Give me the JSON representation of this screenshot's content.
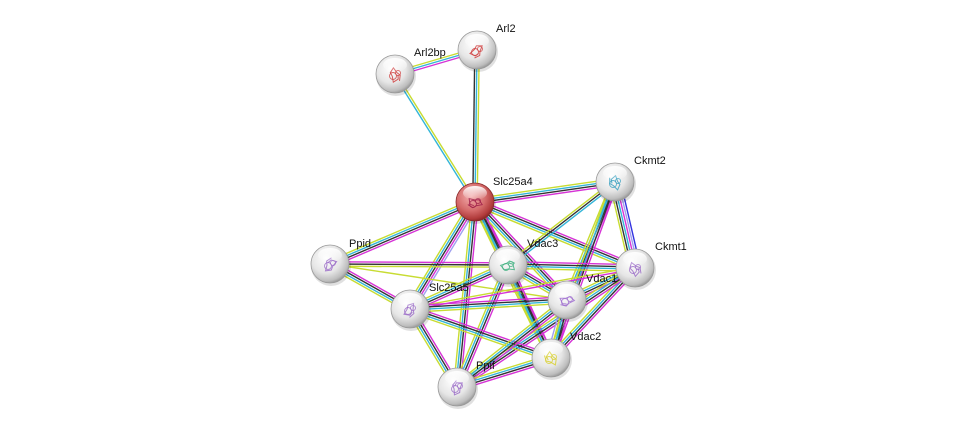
{
  "diagram": {
    "type": "protein-interaction-network",
    "nodes": [
      {
        "id": "Arl2bp",
        "label": "Arl2bp",
        "query": false,
        "glyph": "#d04040"
      },
      {
        "id": "Arl2",
        "label": "Arl2",
        "query": false,
        "glyph": "#d04040"
      },
      {
        "id": "Slc25a4",
        "label": "Slc25a4",
        "query": true,
        "glyph": "#a0204a"
      },
      {
        "id": "Ckmt2",
        "label": "Ckmt2",
        "query": false,
        "glyph": "#3aa0c0"
      },
      {
        "id": "Ppid",
        "label": "Ppid",
        "query": false,
        "glyph": "#9b6cc8"
      },
      {
        "id": "Vdac3",
        "label": "Vdac3",
        "query": false,
        "glyph": "#40b080"
      },
      {
        "id": "Ckmt1",
        "label": "Ckmt1",
        "query": false,
        "glyph": "#9b6cc8"
      },
      {
        "id": "Slc25a5",
        "label": "Slc25a5",
        "query": false,
        "glyph": "#9b6cc8"
      },
      {
        "id": "Vdac1",
        "label": "Vdac1",
        "query": false,
        "glyph": "#a070d0"
      },
      {
        "id": "Vdac2",
        "label": "Vdac2",
        "query": false,
        "glyph": "#d8d030"
      },
      {
        "id": "Ppif",
        "label": "Ppif",
        "query": false,
        "glyph": "#9b6cc8"
      }
    ],
    "edge_colors": {
      "yellow": "#c8dc32",
      "cyan": "#33b5d8",
      "black": "#333333",
      "magenta": "#d633d6",
      "blue": "#3333e0",
      "lavender": "#9f9ff0"
    },
    "edges": [
      {
        "a": "Arl2bp",
        "b": "Arl2",
        "types": [
          "yellow",
          "cyan",
          "magenta"
        ]
      },
      {
        "a": "Arl2bp",
        "b": "Slc25a4",
        "types": [
          "yellow",
          "cyan"
        ]
      },
      {
        "a": "Arl2",
        "b": "Slc25a4",
        "types": [
          "yellow",
          "cyan",
          "black"
        ]
      },
      {
        "a": "Slc25a4",
        "b": "Ckmt2",
        "types": [
          "yellow",
          "cyan",
          "black",
          "magenta"
        ]
      },
      {
        "a": "Slc25a4",
        "b": "Ppid",
        "types": [
          "magenta",
          "black",
          "cyan",
          "yellow"
        ]
      },
      {
        "a": "Slc25a4",
        "b": "Vdac3",
        "types": [
          "magenta",
          "black",
          "cyan",
          "yellow"
        ]
      },
      {
        "a": "Slc25a4",
        "b": "Ckmt1",
        "types": [
          "magenta",
          "black",
          "cyan",
          "yellow"
        ]
      },
      {
        "a": "Slc25a4",
        "b": "Slc25a5",
        "types": [
          "lavender",
          "magenta",
          "black",
          "cyan",
          "yellow"
        ]
      },
      {
        "a": "Slc25a4",
        "b": "Vdac1",
        "types": [
          "magenta",
          "black",
          "cyan",
          "yellow"
        ]
      },
      {
        "a": "Slc25a4",
        "b": "Vdac2",
        "types": [
          "magenta",
          "black",
          "cyan",
          "yellow"
        ]
      },
      {
        "a": "Slc25a4",
        "b": "Ppif",
        "types": [
          "magenta",
          "black",
          "cyan",
          "yellow"
        ]
      },
      {
        "a": "Ckmt2",
        "b": "Ckmt1",
        "types": [
          "blue",
          "lavender",
          "magenta",
          "cyan",
          "black",
          "yellow"
        ]
      },
      {
        "a": "Ckmt2",
        "b": "Vdac3",
        "types": [
          "cyan",
          "black",
          "yellow"
        ]
      },
      {
        "a": "Ckmt2",
        "b": "Vdac1",
        "types": [
          "magenta",
          "black",
          "cyan",
          "yellow"
        ]
      },
      {
        "a": "Ckmt2",
        "b": "Vdac2",
        "types": [
          "magenta",
          "black",
          "cyan",
          "yellow"
        ]
      },
      {
        "a": "Ppid",
        "b": "Vdac3",
        "types": [
          "magenta",
          "black",
          "yellow"
        ]
      },
      {
        "a": "Ppid",
        "b": "Slc25a5",
        "types": [
          "magenta",
          "black",
          "cyan",
          "yellow"
        ]
      },
      {
        "a": "Ppid",
        "b": "Vdac1",
        "types": [
          "yellow"
        ]
      },
      {
        "a": "Vdac3",
        "b": "Ckmt1",
        "types": [
          "magenta",
          "black",
          "cyan",
          "yellow"
        ]
      },
      {
        "a": "Vdac3",
        "b": "Slc25a5",
        "types": [
          "magenta",
          "black",
          "cyan",
          "yellow"
        ]
      },
      {
        "a": "Vdac3",
        "b": "Vdac1",
        "types": [
          "magenta",
          "black",
          "cyan",
          "yellow"
        ]
      },
      {
        "a": "Vdac3",
        "b": "Vdac2",
        "types": [
          "magenta",
          "black",
          "cyan",
          "yellow"
        ]
      },
      {
        "a": "Vdac3",
        "b": "Ppif",
        "types": [
          "magenta",
          "black",
          "cyan",
          "yellow"
        ]
      },
      {
        "a": "Ckmt1",
        "b": "Vdac1",
        "types": [
          "magenta",
          "black",
          "cyan",
          "yellow"
        ]
      },
      {
        "a": "Ckmt1",
        "b": "Vdac2",
        "types": [
          "magenta",
          "black",
          "cyan",
          "yellow"
        ]
      },
      {
        "a": "Ckmt1",
        "b": "Slc25a5",
        "types": [
          "magenta",
          "yellow"
        ]
      },
      {
        "a": "Ckmt1",
        "b": "Ppif",
        "types": [
          "magenta",
          "black",
          "cyan",
          "yellow"
        ]
      },
      {
        "a": "Slc25a5",
        "b": "Vdac1",
        "types": [
          "magenta",
          "black",
          "cyan",
          "yellow"
        ]
      },
      {
        "a": "Slc25a5",
        "b": "Vdac2",
        "types": [
          "magenta",
          "black",
          "cyan",
          "yellow"
        ]
      },
      {
        "a": "Slc25a5",
        "b": "Ppif",
        "types": [
          "magenta",
          "black",
          "cyan",
          "yellow"
        ]
      },
      {
        "a": "Vdac1",
        "b": "Vdac2",
        "types": [
          "magenta",
          "black",
          "cyan",
          "yellow",
          "lavender"
        ]
      },
      {
        "a": "Vdac1",
        "b": "Ppif",
        "types": [
          "magenta",
          "black",
          "cyan",
          "yellow"
        ]
      },
      {
        "a": "Vdac2",
        "b": "Ppif",
        "types": [
          "magenta",
          "black",
          "cyan",
          "yellow"
        ]
      }
    ]
  }
}
